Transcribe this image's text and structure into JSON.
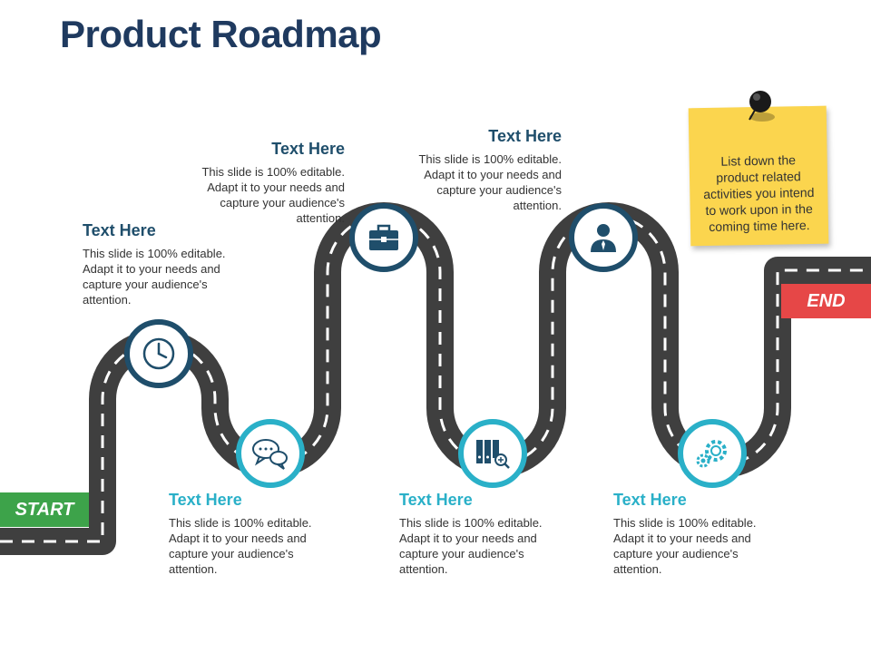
{
  "title": "Product Roadmap",
  "start_label": "START",
  "end_label": "END",
  "note": "List down the product related activities you intend to work upon in the coming time here.",
  "milestones": [
    {
      "heading": "Text Here",
      "body": "This slide is 100% editable. Adapt it to your needs and capture your audience's attention.",
      "icon": "clock-icon",
      "color": "#1f4e6b"
    },
    {
      "heading": "Text Here",
      "body": "This slide is 100% editable. Adapt it to your needs and capture your audience's attention.",
      "icon": "chat-icon",
      "color": "#2ab0c8"
    },
    {
      "heading": "Text Here",
      "body": "This slide is 100% editable. Adapt it to your needs and capture your audience's attention.",
      "icon": "briefcase-icon",
      "color": "#1f4e6b"
    },
    {
      "heading": "Text Here",
      "body": "This slide is 100% editable. Adapt it to your needs and capture your audience's attention.",
      "icon": "binders-search-icon",
      "color": "#2ab0c8"
    },
    {
      "heading": "Text Here",
      "body": "This slide is 100% editable. Adapt it to your needs and capture your audience's attention.",
      "icon": "person-icon",
      "color": "#1f4e6b"
    },
    {
      "heading": "Text Here",
      "body": "This slide is 100% editable. Adapt it to your needs and capture your audience's attention.",
      "icon": "gears-icon",
      "color": "#2ab0c8"
    }
  ],
  "colors": {
    "road": "#3f3f3f",
    "dark": "#1f4e6b",
    "light": "#2ab0c8",
    "start": "#3da34a",
    "end": "#e64747",
    "note": "#fbd54e"
  }
}
